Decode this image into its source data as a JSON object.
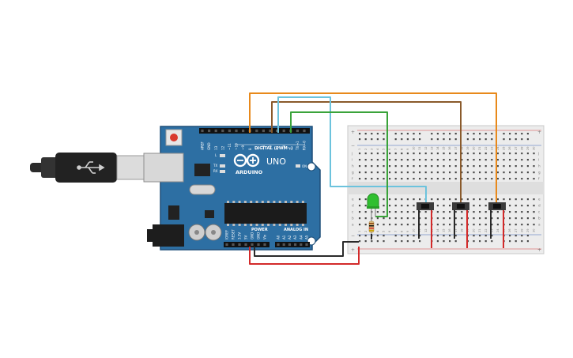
{
  "arduino": {
    "brand": "ARDUINO",
    "model": "UNO",
    "on_label": "ON",
    "l_label": "L",
    "tx_label": "TX",
    "rx_label": "RX",
    "digital_header": "DIGITAL (PWM~)",
    "power_header": "POWER",
    "analog_header": "ANALOG IN",
    "digital_pins": [
      "AREF",
      "GND",
      "13",
      "12",
      "~11",
      "~10",
      "~9",
      "8",
      "7",
      "~6",
      "~5",
      "4",
      "~3",
      "2",
      "TX→1",
      "RX←0"
    ],
    "power_pins": [
      "IOREF",
      "RESET",
      "3.3V",
      "5V",
      "GND",
      "GND",
      "Vin"
    ],
    "analog_pins": [
      "A0",
      "A1",
      "A2",
      "A3",
      "A4",
      "A5"
    ]
  },
  "breadboard": {
    "plus_label": "+",
    "minus_label": "−",
    "row_letters_top": [
      "j",
      "i",
      "h",
      "g",
      "f"
    ],
    "row_letters_bottom": [
      "e",
      "d",
      "c",
      "b",
      "a"
    ],
    "column_numbers": [
      "1",
      "2",
      "3",
      "4",
      "5",
      "6",
      "7",
      "8",
      "9",
      "10",
      "11",
      "12",
      "13",
      "14",
      "15",
      "16",
      "17",
      "18",
      "19",
      "20",
      "21",
      "22",
      "23",
      "24",
      "25",
      "26",
      "27",
      "28",
      "29",
      "30"
    ]
  },
  "colors": {
    "board": "#2d6fa3",
    "board_edge": "#1f4f79",
    "breadboard": "#ececec",
    "wire_orange": "#e8891b",
    "wire_brown": "#8a5a2b",
    "wire_cyan": "#6cc3dd",
    "wire_green": "#3aa33a",
    "wire_black": "#2a2a2a",
    "wire_red": "#d32a2a",
    "led": "#2fbf2f"
  }
}
